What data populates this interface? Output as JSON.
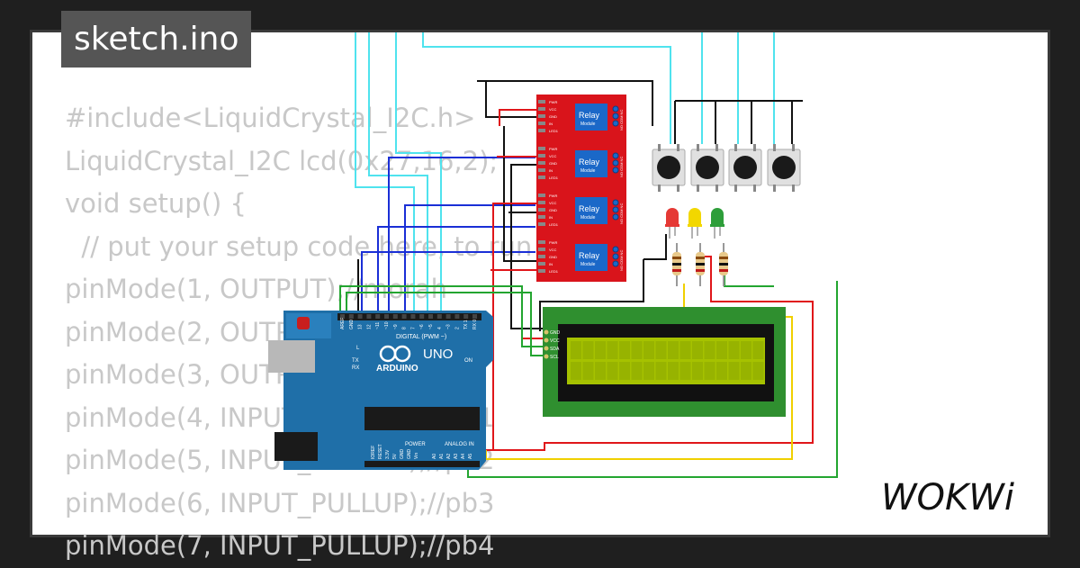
{
  "tab": {
    "title": "sketch.ino"
  },
  "code_lines": [
    "#include<LiquidCrystal_I2C.h>",
    "LiquidCrystal_I2C lcd(0x27,16,2);",
    "void setup() {",
    "  // put your setup code here, to run once:",
    "pinMode(1, OUTPUT);//morah",
    "pinMode(2, OUTPUT);//",
    "pinMode(3, OUTPUT);//",
    "pinMode(4, INPUT_PULLUP);//pb1",
    "pinMode(5, INPUT_PULLUP);//pb2",
    "pinMode(6, INPUT_PULLUP);//pb3",
    "pinMode(7, INPUT_PULLUP);//pb4"
  ],
  "arduino": {
    "brand": "ARDUINO",
    "model": "UNO",
    "digital_label": "DIGITAL (PWM ~)",
    "power_label": "POWER",
    "analog_label": "ANALOG IN",
    "on_label": "ON",
    "l_label": "L",
    "tx_label": "TX",
    "rx_label": "RX",
    "digital_pins": [
      "AREF",
      "GND",
      "13",
      "12",
      "~11",
      "~10",
      "~9",
      "8",
      "7",
      "~6",
      "~5",
      "4",
      "~3",
      "2",
      "TX 1",
      "RX 0"
    ],
    "power_pins": [
      "IOREF",
      "RESET",
      "3.3V",
      "5V",
      "GND",
      "GND",
      "Vin"
    ],
    "analog_pins": [
      "A0",
      "A1",
      "A2",
      "A3",
      "A4",
      "A5"
    ]
  },
  "relay": {
    "label": "Relay",
    "sublabel": "Module",
    "pins": [
      "PWR",
      "VCC",
      "GND",
      "IN",
      "LED1"
    ],
    "terminals": "NO COM NC",
    "count": 4
  },
  "lcd": {
    "pins": [
      "GND",
      "VCC",
      "SDA",
      "SCL"
    ]
  },
  "leds": [
    {
      "color": "#e53935"
    },
    {
      "color": "#f2d700"
    },
    {
      "color": "#2e9e3a"
    }
  ],
  "colors": {
    "wire_cyan": "#4fe3ee",
    "wire_blue": "#1a2fd6",
    "wire_red": "#e0161a",
    "wire_green": "#23a530",
    "wire_yellow": "#f0d000",
    "wire_black": "#111111",
    "board": "#1f6fa8",
    "relay": "#d9141b",
    "lcd": "#2f8f2f",
    "lcd_screen": "#a6c200"
  },
  "logo": {
    "text": "WOKWi"
  }
}
